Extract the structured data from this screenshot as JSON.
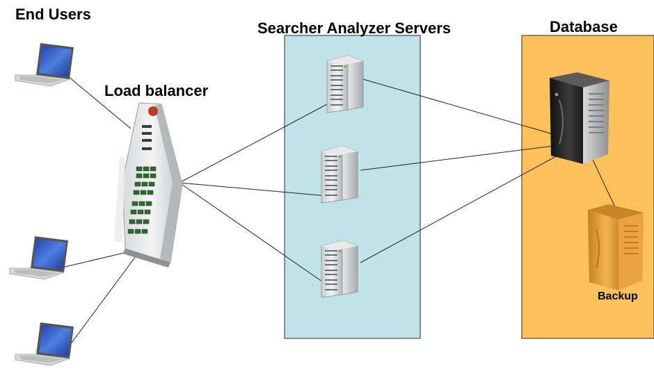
{
  "labels": {
    "end_users": "End Users",
    "load_balancer": "Load balancer",
    "searcher_servers": "Searcher Analyzer Servers",
    "database": "Database",
    "backup": "Backup"
  },
  "colors": {
    "server_panel": "#bfe3e6",
    "database_panel": "#fcc15a",
    "laptop_screen": "#2f5fc4",
    "link_line": "#222222",
    "db_server": "#2b2b2b",
    "backup_server": "#e7a33a",
    "rack_server": "#d9dadc"
  },
  "icons": {
    "end_user": "laptop-icon",
    "load_balancer": "network-switch-icon",
    "searcher_server": "rack-server-icon",
    "database": "tower-server-icon",
    "backup": "tower-server-icon"
  }
}
